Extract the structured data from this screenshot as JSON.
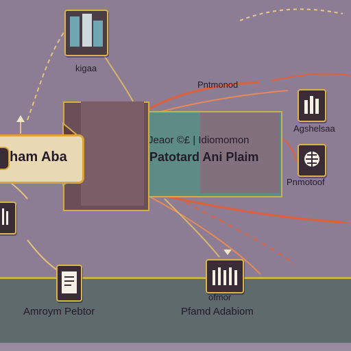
{
  "labels": {
    "top_icon_caption": "kigaa",
    "top_right_caption": "Pntmonod",
    "left_bar_label": "ham Aba",
    "center_line_1": "Jeaor ©£ | Idiomomon",
    "center_line_2": "Patotard Ani Plaim",
    "right_top_caption": "Agshelsaa",
    "right_mid_caption": "Pnmotoof",
    "bottom_left_caption": "Amroym Pebtor",
    "bottom_right_caption_top": "ofmor",
    "bottom_right_caption": "Pfamd Adabiom"
  },
  "colors": {
    "background": "#8c7d95",
    "accent_gold": "#d4ad45",
    "arrow_orange": "#e0603a",
    "teal": "#5d8b86"
  }
}
